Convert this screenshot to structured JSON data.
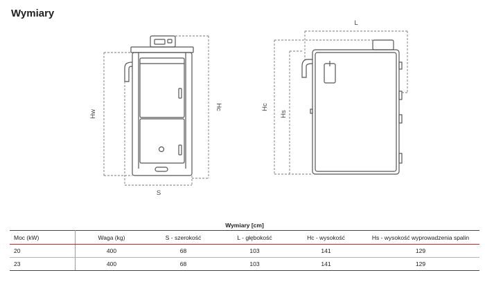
{
  "page": {
    "title": "Wymiary"
  },
  "diagram": {
    "labels": {
      "hw": "Hw",
      "hc_front": "Hc",
      "s": "S",
      "l": "L",
      "hc_side": "Hc",
      "hs": "Hs"
    },
    "colors": {
      "outline": "#555555",
      "dash": "#777777",
      "text": "#444444",
      "accent": "#c0282f"
    }
  },
  "table": {
    "caption": "Wymiary [cm]",
    "columns": [
      "Moc (kW)",
      "Waga (kg)",
      "S - szerokość",
      "L - głębokość",
      "Hc - wysokość",
      "Hs - wysokość wyprowadzenia spalin"
    ],
    "rows": [
      [
        "20",
        "400",
        "68",
        "103",
        "141",
        "129"
      ],
      [
        "23",
        "400",
        "68",
        "103",
        "141",
        "129"
      ]
    ]
  }
}
